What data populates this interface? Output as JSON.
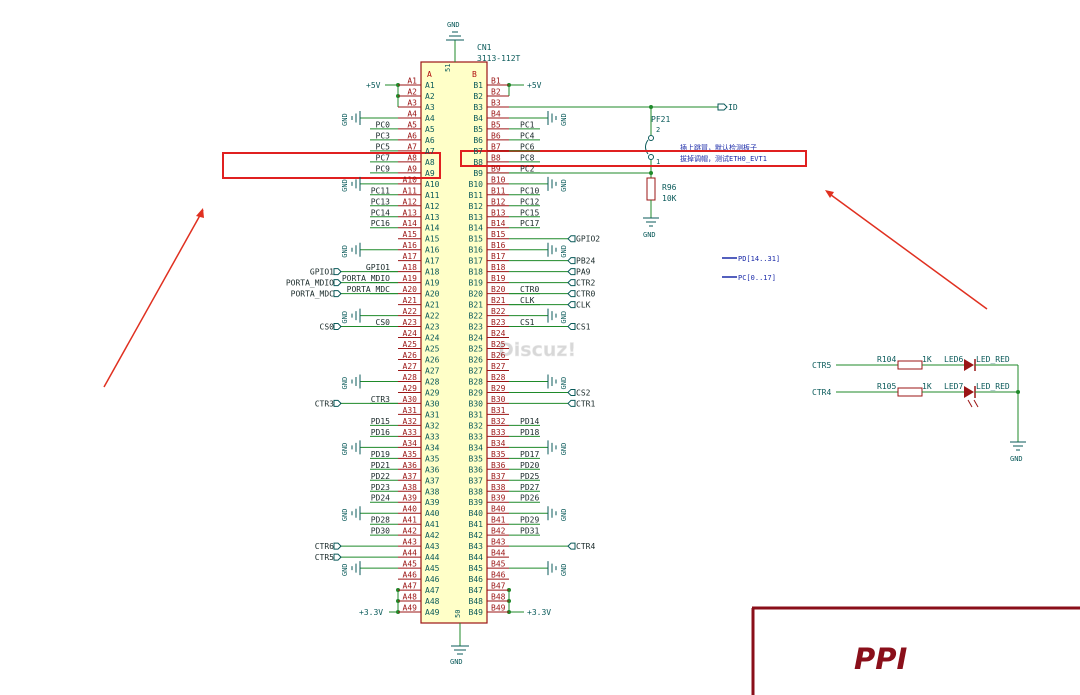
{
  "header": {
    "gnd_top": "GND",
    "cn_ref": "CN1",
    "cn_part": "3113-112T",
    "col_a": "A",
    "col_b": "B",
    "pin_51": "51",
    "pin_50": "50",
    "gnd_bottom": "GND"
  },
  "power": {
    "v5_left": "+5V",
    "v5_right": "+5V",
    "v33_left": "+3.3V",
    "v33_right": "+3.3V"
  },
  "gnd_label": "GND",
  "rows_a": [
    {
      "pin": "A1",
      "net": ""
    },
    {
      "pin": "A2",
      "net": ""
    },
    {
      "pin": "A3",
      "net": ""
    },
    {
      "pin": "A4",
      "net": ""
    },
    {
      "pin": "A5",
      "net": "PC0"
    },
    {
      "pin": "A6",
      "net": "PC3"
    },
    {
      "pin": "A7",
      "net": "PC5"
    },
    {
      "pin": "A8",
      "net": "PC7"
    },
    {
      "pin": "A9",
      "net": "PC9"
    },
    {
      "pin": "A10",
      "net": ""
    },
    {
      "pin": "A11",
      "net": "PC11"
    },
    {
      "pin": "A12",
      "net": "PC13"
    },
    {
      "pin": "A13",
      "net": "PC14"
    },
    {
      "pin": "A14",
      "net": "PC16"
    },
    {
      "pin": "A15",
      "net": ""
    },
    {
      "pin": "A16",
      "net": ""
    },
    {
      "pin": "A17",
      "net": ""
    },
    {
      "pin": "A18",
      "net": "GPIO1"
    },
    {
      "pin": "A19",
      "net": "PORTA_MDIO"
    },
    {
      "pin": "A20",
      "net": "PORTA_MDC"
    },
    {
      "pin": "A21",
      "net": ""
    },
    {
      "pin": "A22",
      "net": ""
    },
    {
      "pin": "A23",
      "net": "CS0"
    },
    {
      "pin": "A24",
      "net": ""
    },
    {
      "pin": "A25",
      "net": ""
    },
    {
      "pin": "A26",
      "net": ""
    },
    {
      "pin": "A27",
      "net": ""
    },
    {
      "pin": "A28",
      "net": ""
    },
    {
      "pin": "A29",
      "net": ""
    },
    {
      "pin": "A30",
      "net": "CTR3"
    },
    {
      "pin": "A31",
      "net": ""
    },
    {
      "pin": "A32",
      "net": "PD15"
    },
    {
      "pin": "A33",
      "net": "PD16"
    },
    {
      "pin": "A34",
      "net": ""
    },
    {
      "pin": "A35",
      "net": "PD19"
    },
    {
      "pin": "A36",
      "net": "PD21"
    },
    {
      "pin": "A37",
      "net": "PD22"
    },
    {
      "pin": "A38",
      "net": "PD23"
    },
    {
      "pin": "A39",
      "net": "PD24"
    },
    {
      "pin": "A40",
      "net": ""
    },
    {
      "pin": "A41",
      "net": "PD28"
    },
    {
      "pin": "A42",
      "net": "PD30"
    },
    {
      "pin": "A43",
      "net": ""
    },
    {
      "pin": "A44",
      "net": ""
    },
    {
      "pin": "A45",
      "net": ""
    },
    {
      "pin": "A46",
      "net": ""
    },
    {
      "pin": "A47",
      "net": ""
    },
    {
      "pin": "A48",
      "net": ""
    },
    {
      "pin": "A49",
      "net": ""
    }
  ],
  "rows_b": [
    {
      "pin": "B1",
      "net": ""
    },
    {
      "pin": "B2",
      "net": ""
    },
    {
      "pin": "B3",
      "net": ""
    },
    {
      "pin": "B4",
      "net": ""
    },
    {
      "pin": "B5",
      "net": "PC1"
    },
    {
      "pin": "B6",
      "net": "PC4"
    },
    {
      "pin": "B7",
      "net": "PC6"
    },
    {
      "pin": "B8",
      "net": "PC8"
    },
    {
      "pin": "B9",
      "net": "PC2"
    },
    {
      "pin": "B10",
      "net": ""
    },
    {
      "pin": "B11",
      "net": "PC10"
    },
    {
      "pin": "B12",
      "net": "PC12"
    },
    {
      "pin": "B13",
      "net": "PC15"
    },
    {
      "pin": "B14",
      "net": "PC17"
    },
    {
      "pin": "B15",
      "net": ""
    },
    {
      "pin": "B16",
      "net": ""
    },
    {
      "pin": "B17",
      "net": ""
    },
    {
      "pin": "B18",
      "net": ""
    },
    {
      "pin": "B19",
      "net": ""
    },
    {
      "pin": "B20",
      "net": "CTR0"
    },
    {
      "pin": "B21",
      "net": "CLK"
    },
    {
      "pin": "B22",
      "net": ""
    },
    {
      "pin": "B23",
      "net": "CS1"
    },
    {
      "pin": "B24",
      "net": ""
    },
    {
      "pin": "B25",
      "net": ""
    },
    {
      "pin": "B26",
      "net": ""
    },
    {
      "pin": "B27",
      "net": ""
    },
    {
      "pin": "B28",
      "net": ""
    },
    {
      "pin": "B29",
      "net": ""
    },
    {
      "pin": "B30",
      "net": ""
    },
    {
      "pin": "B31",
      "net": ""
    },
    {
      "pin": "B32",
      "net": "PD14"
    },
    {
      "pin": "B33",
      "net": "PD18"
    },
    {
      "pin": "B34",
      "net": ""
    },
    {
      "pin": "B35",
      "net": "PD17"
    },
    {
      "pin": "B36",
      "net": "PD20"
    },
    {
      "pin": "B37",
      "net": "PD25"
    },
    {
      "pin": "B38",
      "net": "PD27"
    },
    {
      "pin": "B39",
      "net": "PD26"
    },
    {
      "pin": "B40",
      "net": ""
    },
    {
      "pin": "B41",
      "net": "PD29"
    },
    {
      "pin": "B42",
      "net": "PD31"
    },
    {
      "pin": "B43",
      "net": ""
    },
    {
      "pin": "B44",
      "net": ""
    },
    {
      "pin": "B45",
      "net": ""
    },
    {
      "pin": "B46",
      "net": ""
    },
    {
      "pin": "B47",
      "net": ""
    },
    {
      "pin": "B48",
      "net": ""
    },
    {
      "pin": "B49",
      "net": ""
    }
  ],
  "ports_left": [
    {
      "row": 18,
      "label": "GPIO1"
    },
    {
      "row": 19,
      "label": "PORTA_MDIO"
    },
    {
      "row": 20,
      "label": "PORTA_MDC"
    },
    {
      "row": 23,
      "label": "CS0"
    },
    {
      "row": 30,
      "label": "CTR3"
    },
    {
      "row": 43,
      "label": "CTR6"
    },
    {
      "row": 44,
      "label": "CTR5"
    }
  ],
  "ports_right": [
    {
      "row": 15,
      "label": "GPIO2"
    },
    {
      "row": 17,
      "label": "PB24"
    },
    {
      "row": 18,
      "label": "PA9"
    },
    {
      "row": 19,
      "label": "CTR2"
    },
    {
      "row": 20,
      "label": "CTR0"
    },
    {
      "row": 21,
      "label": "CLK"
    },
    {
      "row": 23,
      "label": "CS1"
    },
    {
      "row": 29,
      "label": "CS2"
    },
    {
      "row": 30,
      "label": "CTR1"
    },
    {
      "row": 43,
      "label": "CTR4"
    }
  ],
  "gnd_rows_left": [
    4,
    10,
    16,
    22,
    28,
    34,
    40,
    45
  ],
  "gnd_rows_right": [
    4,
    10,
    16,
    22,
    28,
    34,
    40,
    45
  ],
  "jumper": {
    "id_port": "ID",
    "pf_ref": "PF21",
    "pin2": "2",
    "pin1": "1",
    "r_ref": "R96",
    "r_val": "10K",
    "gnd": "GND",
    "note1": "插上跳冒，默认检测板子",
    "note2": "拔掉调帽，测试ETH0_EVT1"
  },
  "buses": {
    "pd": "PD[14..31]",
    "pc": "PC[0..17]"
  },
  "leds": {
    "row1": {
      "port": "CTR5",
      "r_ref": "R104",
      "r_val": "1K",
      "led_ref": "LED6",
      "led_val": "LED_RED"
    },
    "row2": {
      "port": "CTR4",
      "r_ref": "R105",
      "r_val": "1K",
      "led_ref": "LED7",
      "led_val": "LED_RED"
    },
    "gnd": "GND"
  },
  "watermark": "Discuz!",
  "title_block": "PPI",
  "colors": {
    "wire": "#1f8a2a",
    "pin": "#9b1515",
    "body": "#ffffc8",
    "body_border": "#9b1515",
    "highlight": "#e02020",
    "arrow": "#e03020"
  }
}
